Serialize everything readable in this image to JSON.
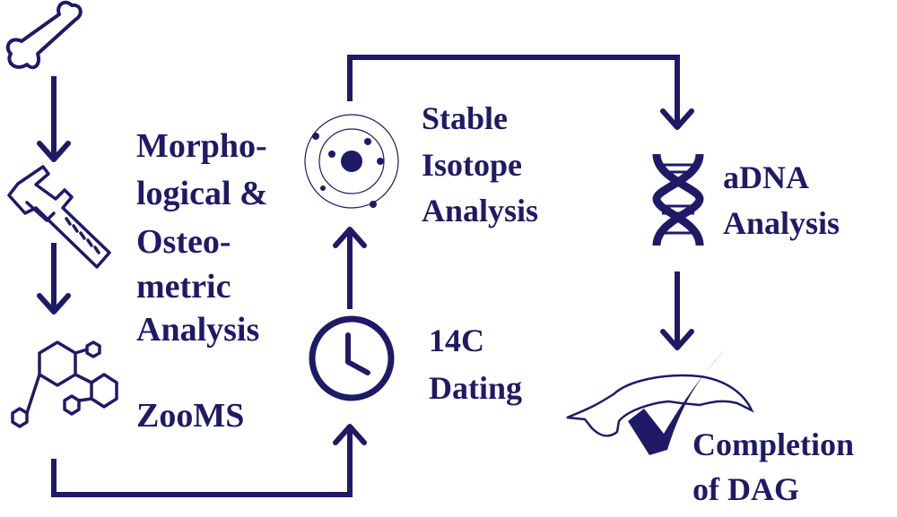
{
  "colors": {
    "primary": "#1f1a66",
    "background": "#ffffff"
  },
  "steps": {
    "morphological": {
      "lines": [
        "Morpho-",
        "logical &",
        "Osteo-",
        "metric",
        "Analysis"
      ],
      "icon": "caliper-icon"
    },
    "zooms": {
      "label": "ZooMS",
      "icon": "molecule-icon"
    },
    "dating": {
      "lines": [
        "14C",
        "Dating"
      ],
      "icon": "clock-icon"
    },
    "isotope": {
      "lines": [
        "Stable",
        "Isotope",
        "Analysis"
      ],
      "icon": "atom-icon"
    },
    "adna": {
      "lines": [
        "aDNA",
        "Analysis"
      ],
      "icon": "dna-icon"
    },
    "completion": {
      "lines": [
        "Completion",
        "of DAG"
      ],
      "icon": "whale-checkmark-icon"
    }
  },
  "start_icon": "bone-icon"
}
